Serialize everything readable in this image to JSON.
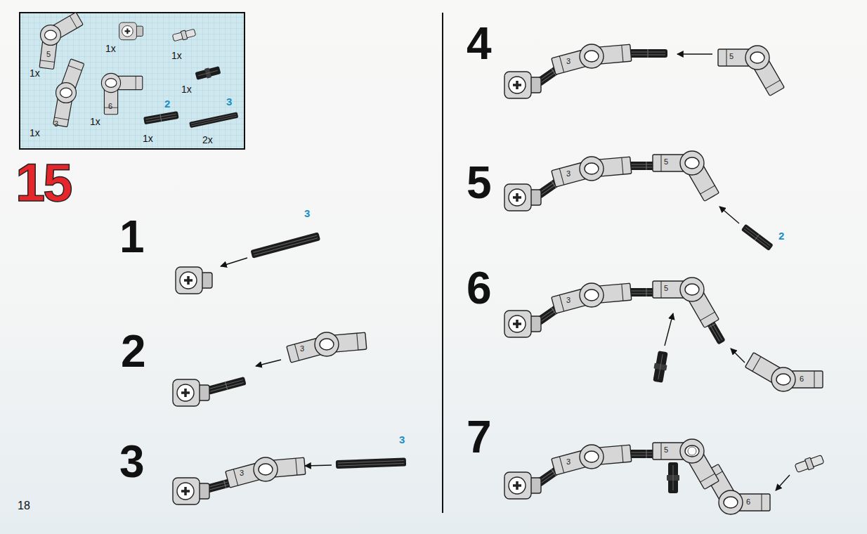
{
  "diagram": {
    "title": "15",
    "labels": [
      "5",
      "1x",
      "1x",
      "1x",
      "1x",
      "6",
      "2",
      "3",
      "3",
      "1x",
      "1x",
      "1x",
      "2x",
      "1",
      "3",
      "2",
      "3",
      "3",
      "3",
      "3",
      "4",
      "3",
      "5",
      "5",
      "3",
      "5",
      "2",
      "6",
      "3",
      "5",
      "6",
      "7",
      "3",
      "5",
      "6",
      "18"
    ]
  }
}
